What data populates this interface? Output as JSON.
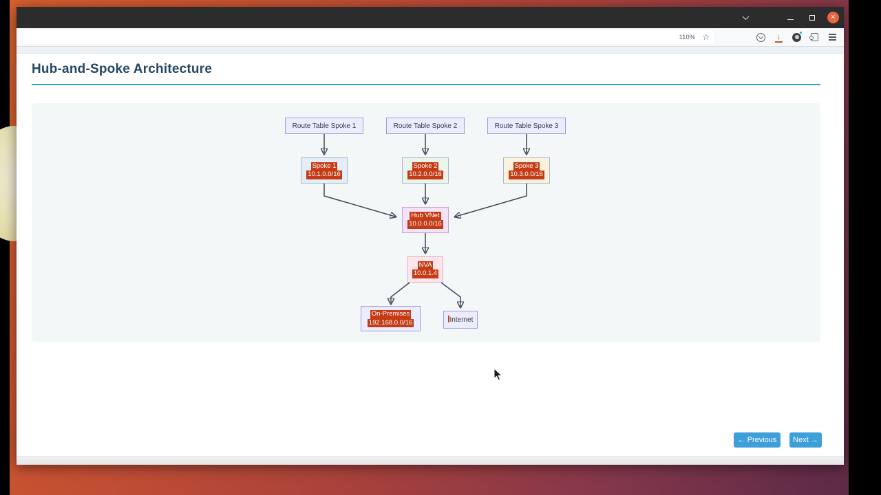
{
  "window": {
    "titlebar": {
      "controls": {
        "minimize": "minimize",
        "maximize": "maximize",
        "close_glyph": "×"
      }
    },
    "toolbar": {
      "zoom_indicator": "110%",
      "bookmark_star_glyph": "☆",
      "download_glyph": "↓",
      "icons": [
        "pocket-icon",
        "download-icon",
        "account-icon",
        "extensions-icon",
        "menu-icon"
      ]
    }
  },
  "page": {
    "title": "Hub-and-Spoke Architecture",
    "pager": {
      "previous": "← Previous",
      "next": "Next →"
    }
  },
  "diagram": {
    "type": "flowchart",
    "nodes": [
      {
        "id": "route-table-spoke-1",
        "lines": [
          "Route Table Spoke 1"
        ],
        "highlighted": false
      },
      {
        "id": "route-table-spoke-2",
        "lines": [
          "Route Table Spoke 2"
        ],
        "highlighted": false
      },
      {
        "id": "route-table-spoke-3",
        "lines": [
          "Route Table Spoke 3"
        ],
        "highlighted": false
      },
      {
        "id": "spoke-1",
        "lines": [
          "Spoke 1",
          "10.1.0.0/16"
        ],
        "highlighted": true
      },
      {
        "id": "spoke-2",
        "lines": [
          "Spoke 2",
          "10.2.0.0/16"
        ],
        "highlighted": true
      },
      {
        "id": "spoke-3",
        "lines": [
          "Spoke 3",
          "10.3.0.0/16"
        ],
        "highlighted": true
      },
      {
        "id": "hub-vnet",
        "lines": [
          "Hub VNet",
          "10.0.0.0/16"
        ],
        "highlighted": true
      },
      {
        "id": "nva",
        "lines": [
          "NVA",
          "10.0.1.4"
        ],
        "highlighted": true
      },
      {
        "id": "on-premises",
        "lines": [
          "On-Premises",
          "192.168.0.0/16"
        ],
        "highlighted": true
      },
      {
        "id": "internet",
        "lines": [
          "Internet"
        ],
        "highlighted": false
      }
    ],
    "edges": [
      "Route Table Spoke 1 → Spoke 1",
      "Route Table Spoke 2 → Spoke 2",
      "Route Table Spoke 3 → Spoke 3",
      "Spoke 1 → Hub VNet",
      "Spoke 2 → Hub VNet",
      "Spoke 3 → Hub VNet",
      "Hub VNet → NVA",
      "NVA → On-Premises",
      "NVA → Internet"
    ]
  },
  "colors": {
    "accent_button_blue": "#3f9fd8",
    "heading_text": "#254660",
    "heading_underline": "#3d9bd5",
    "selection_highlight_red": "#c43b16",
    "arrow_stroke": "#3d4a57",
    "panel_background": "#f4f7f8",
    "node_lavender": "#ececff",
    "node_spoke1_blue": "#e4eef8",
    "node_spoke2_green": "#eaf4ea",
    "node_spoke3_cream": "#fbf1dd",
    "node_hub_purple": "#f4e3f6",
    "node_nva_pink": "#fce6ec",
    "titlebar_close_orange": "#e9653f"
  }
}
